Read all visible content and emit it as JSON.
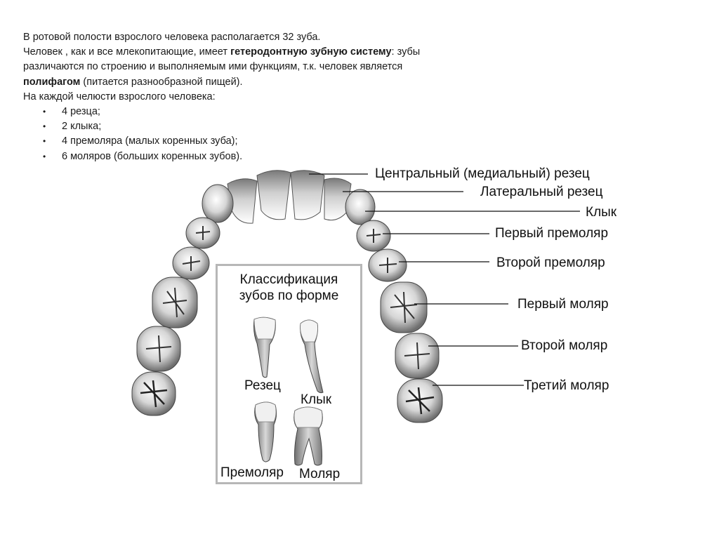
{
  "intro": {
    "line1": "В ротовой полости взрослого человека располагается 32 зуба.",
    "line2_a": "Человек , как и все млекопитающие, имеет ",
    "line2_b": "гетеродонтную зубную систему",
    "line2_c": ": зубы",
    "line3": "различаются по строению и выполняемым ими функциям, т.к. человек является",
    "line4_a": "полифагом",
    "line4_b": " (питается разнообразной пищей).",
    "line5": "На каждой челюсти взрослого человека:",
    "bullets": [
      "4 резца;",
      "2 клыка;",
      "4 премоляра (малых коренных зуба);",
      "6 моляров (больших коренных зубов)."
    ],
    "bullet_mark": "•"
  },
  "labels": {
    "central_incisor": "Центральный (медиальный) резец",
    "lateral_incisor": "Латеральный резец",
    "canine": "Клык",
    "first_premolar": "Первый премоляр",
    "second_premolar": "Второй премоляр",
    "first_molar": "Первый моляр",
    "second_molar": "Второй моляр",
    "third_molar": "Третий моляр"
  },
  "classification": {
    "title_line1": "Классификация",
    "title_line2": "зубов по форме",
    "incisor": "Резец",
    "canine": "Клык",
    "premolar": "Премоляр",
    "molar": "Моляр"
  }
}
